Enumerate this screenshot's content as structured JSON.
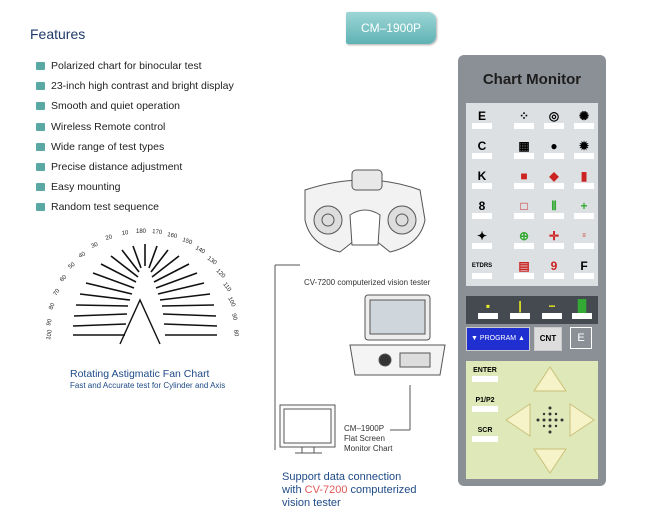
{
  "features": {
    "title": "Features",
    "items": [
      "Polarized chart for binocular test",
      "23-inch high contrast and bright display",
      "Smooth and quiet operation",
      "Wireless Remote control",
      "Wide range of test types",
      "Precise distance adjustment",
      "Easy mounting",
      "Random test sequence"
    ]
  },
  "model_tab": "CM–1900P",
  "fan_chart": {
    "title": "Rotating Astigmatic Fan Chart",
    "subtitle": "Fast and Accurate test for Cylinder and Axis",
    "left_labels": [
      "100",
      "90",
      "80",
      "70",
      "60",
      "50",
      "40",
      "30",
      "20"
    ],
    "top_labels": [
      "10",
      "180",
      "170",
      "160",
      "150"
    ],
    "right_labels": [
      "140",
      "130",
      "120",
      "110",
      "100",
      "90",
      "80"
    ]
  },
  "devices": {
    "cv_label": "CV-7200 computerized vision tester",
    "cm_label_line1": "CM–1900P",
    "cm_label_line2": "Flat Screen",
    "cm_label_line3": "Monitor Chart"
  },
  "support": {
    "line1": "Support data connection",
    "line2_prefix": "with",
    "line2_model": "CV-7200",
    "line2_suffix": "computerized",
    "line3": "vision tester"
  },
  "remote": {
    "title": "Chart Monitor",
    "letters": [
      "E",
      "C",
      "K",
      "8"
    ],
    "etdrs": "ETDRS",
    "nine": "9",
    "f": "F",
    "program": "▼ PROGRAM ▲",
    "cnt": "CNT",
    "e_key": "E",
    "enter": "ENTER",
    "p1p2": "P1/P2",
    "scr": "SCR"
  }
}
